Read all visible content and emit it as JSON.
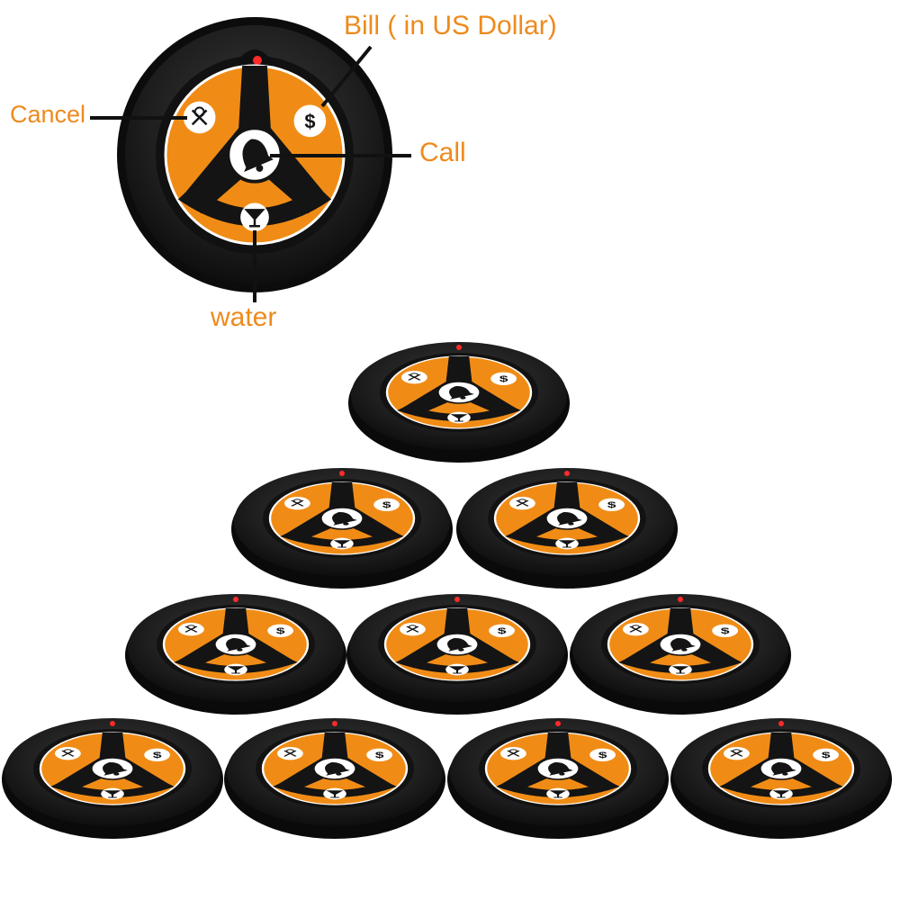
{
  "labels": {
    "bill": "Bill ( in US Dollar)",
    "cancel": "Cancel",
    "call": "Call",
    "water": "water"
  },
  "buttons": [
    {
      "key": "cancel",
      "icon": "no-waiter-icon"
    },
    {
      "key": "bill",
      "icon": "dollar-icon",
      "glyph": "$"
    },
    {
      "key": "call",
      "icon": "bell-icon"
    },
    {
      "key": "water",
      "icon": "cocktail-glass-icon"
    }
  ],
  "pager_count": 10,
  "colors": {
    "accent": "#ee8a1c",
    "body": "#1c1c1c",
    "rim": "#2b2b2b",
    "face": "#f08c16",
    "led": "#ff2a2a",
    "icon_bg": "#ffffff"
  }
}
